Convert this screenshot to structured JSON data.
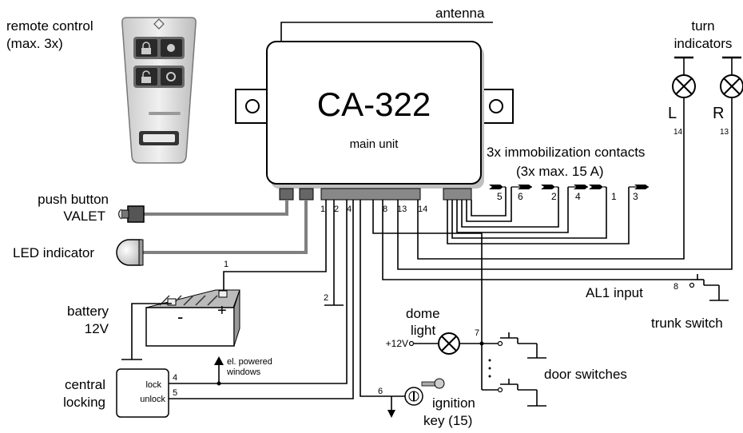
{
  "unit": {
    "model": "CA-322",
    "subtitle": "main unit"
  },
  "labels": {
    "antenna": "antenna",
    "remote_line1": "remote control",
    "remote_line2": "(max. 3x)",
    "turn_line1": "turn",
    "turn_line2": "indicators",
    "turn_left": "L",
    "turn_right": "R",
    "turn_left_pin": "14",
    "turn_right_pin": "13",
    "immob_line1": "3x immobilization contacts",
    "immob_line2": "(3x max. 15 A)",
    "push_line1": "push button",
    "push_line2": "VALET",
    "led": "LED indicator",
    "battery_line1": "battery",
    "battery_line2": "12V",
    "battery_plus": "+",
    "battery_minus": "-",
    "central_line1": "central",
    "central_line2": "locking",
    "lock": "lock",
    "unlock": "unlock",
    "windows_line1": "el. powered",
    "windows_line2": "windows",
    "al1": "AL1 input",
    "trunk": "trunk switch",
    "dome_line1": "dome",
    "dome_line2": "light",
    "v12": "+12V",
    "door": "door switches",
    "ignition_line1": "ignition",
    "ignition_line2": "key (15)"
  },
  "pins": {
    "p1": "1",
    "p2": "2",
    "p4": "4",
    "p8": "8",
    "p13": "13",
    "p14": "14",
    "bat1": "1",
    "gnd2": "2",
    "cl4": "4",
    "cl5": "5",
    "al8": "8",
    "dome7": "7",
    "ign6": "6"
  },
  "relay_pins": [
    "5",
    "6",
    "2",
    "4",
    "1",
    "3"
  ]
}
